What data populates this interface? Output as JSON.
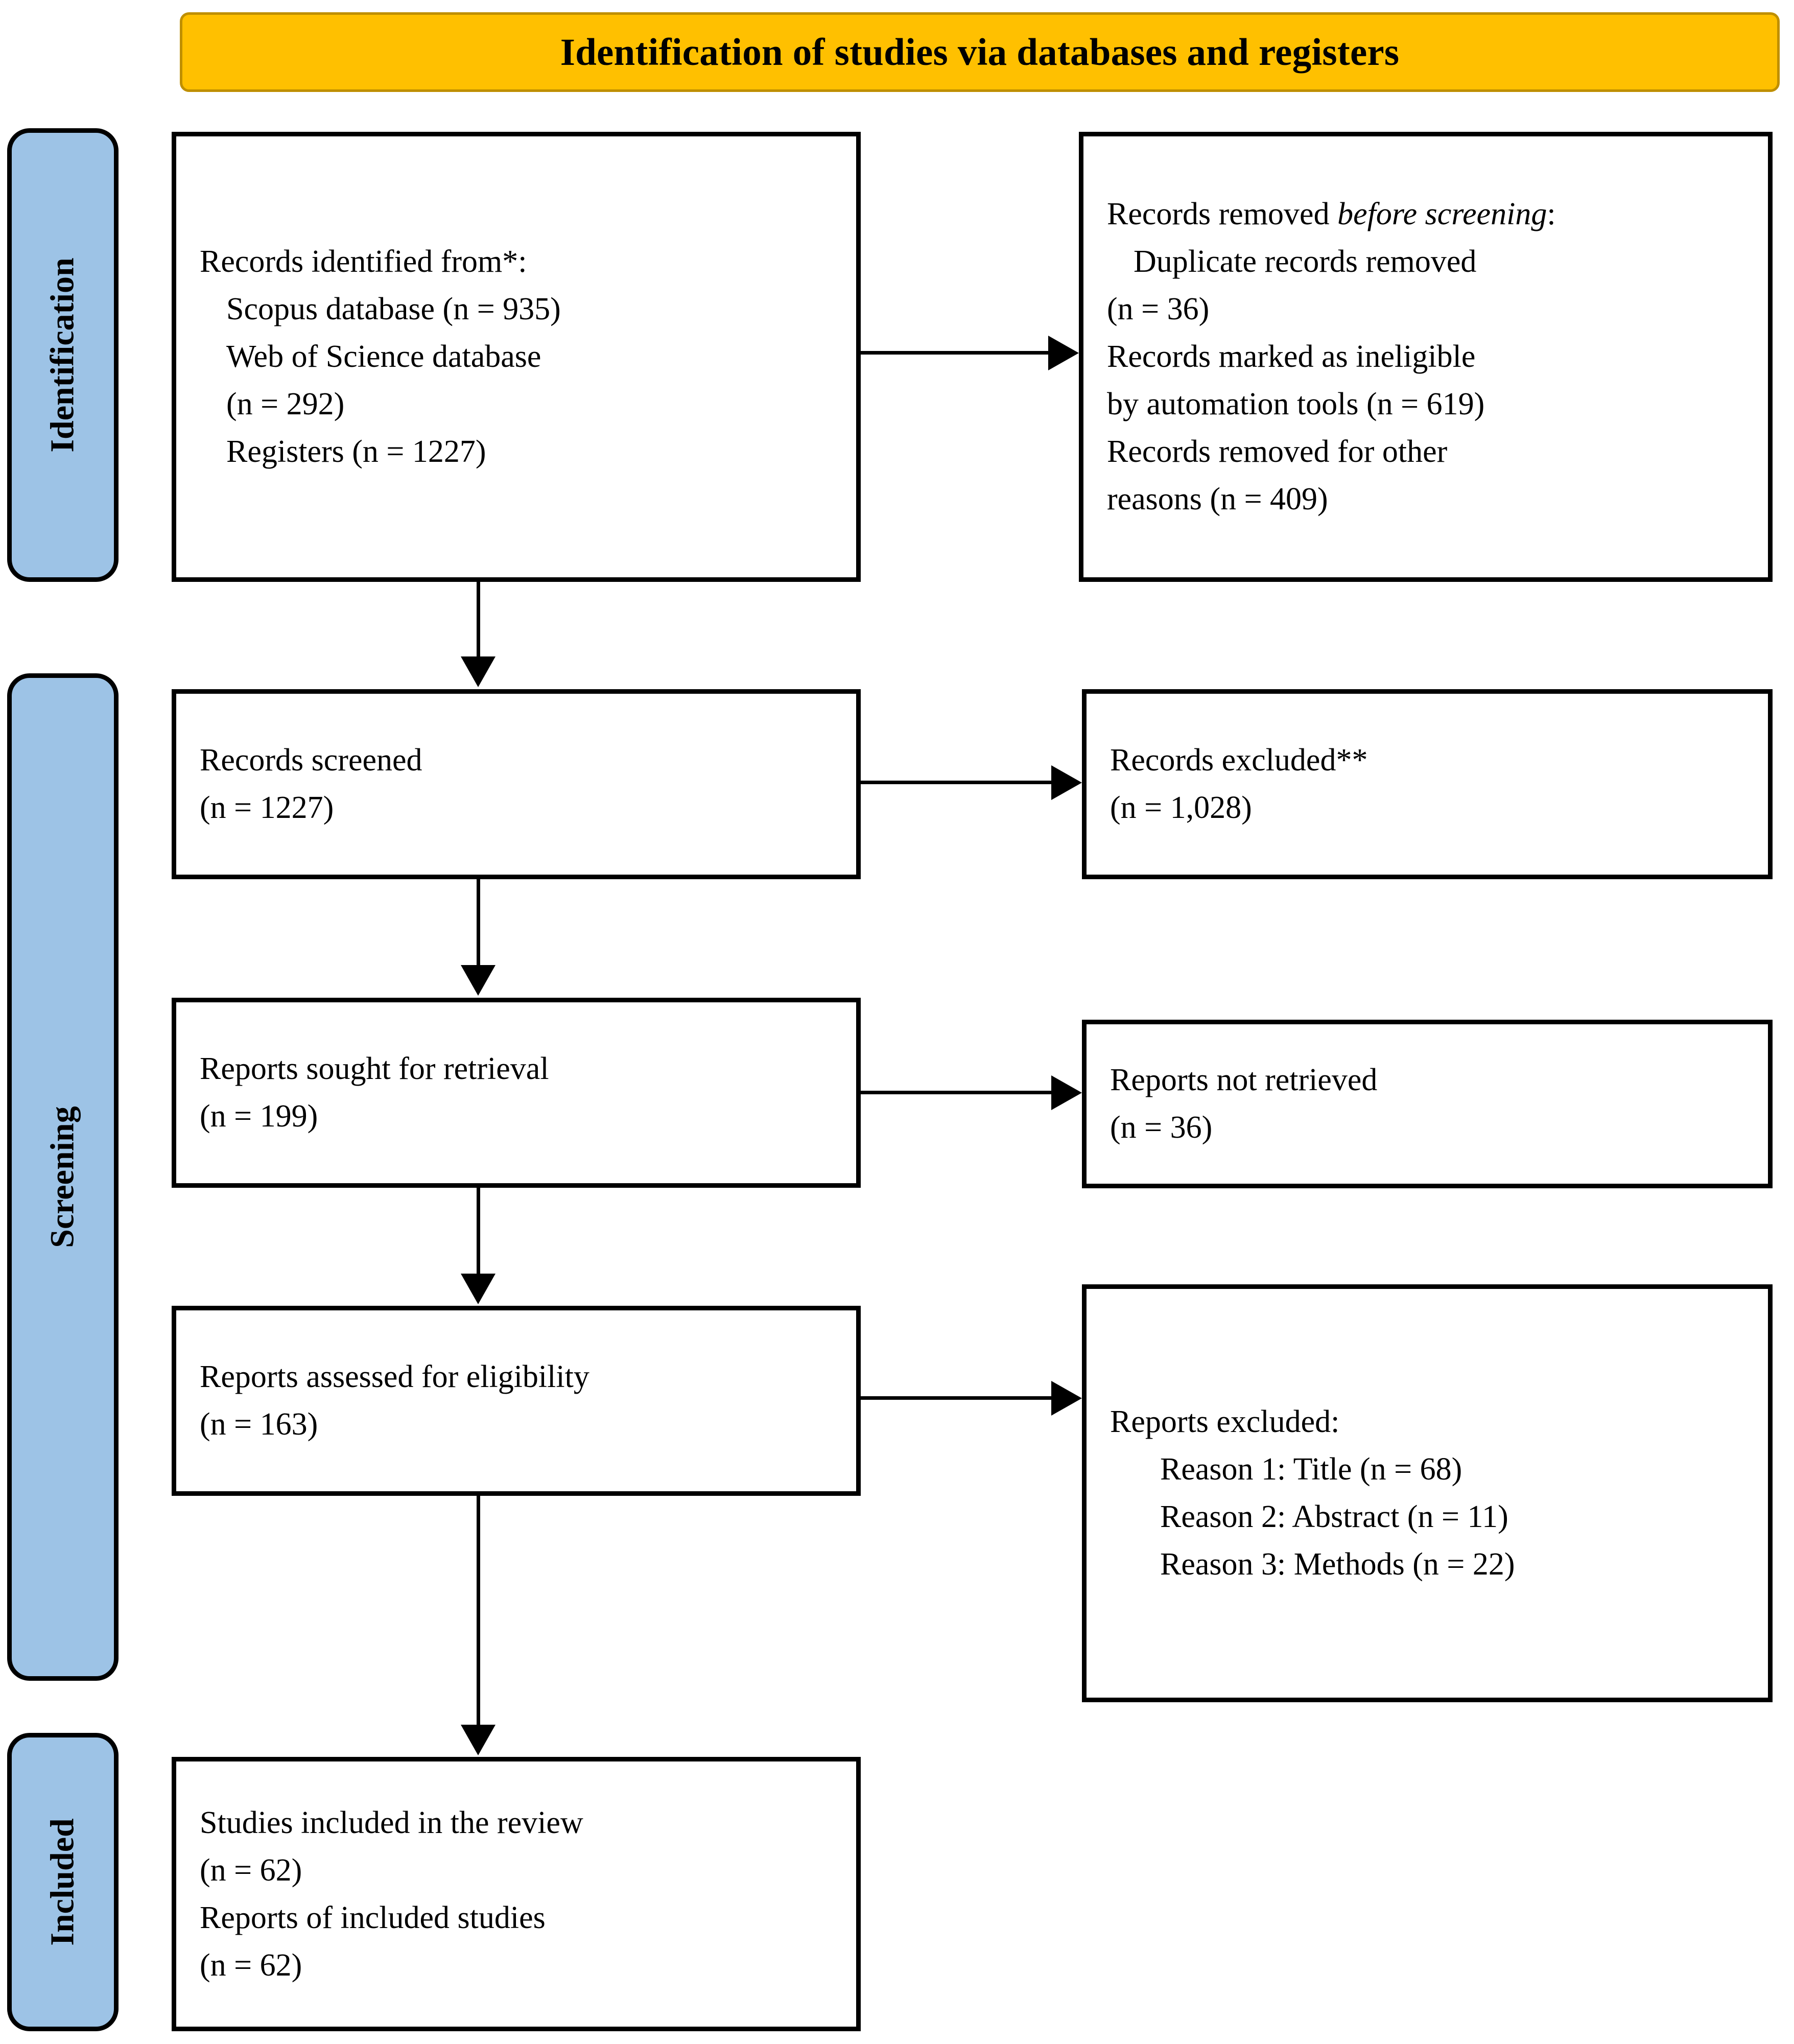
{
  "banner": {
    "title": "Identification of studies via databases and registers"
  },
  "stages": [
    {
      "key": "identification",
      "label": "Identification"
    },
    {
      "key": "screening",
      "label": "Screening"
    },
    {
      "key": "included",
      "label": "Included"
    }
  ],
  "boxes": {
    "identified": {
      "heading": "Records identified from*:",
      "line1": "Scopus database (n = 935)",
      "line2": "Web of Science database",
      "line3": "(n = 292)",
      "line4": "Registers (n = 1227)"
    },
    "removed": {
      "heading_pre": "Records removed ",
      "heading_italic": "before screening",
      "heading_post": ":",
      "line1": "Duplicate records removed",
      "line2": "(n = 36)",
      "line3": "Records marked as ineligible",
      "line4": "by automation tools (n = 619)",
      "line5": "Records removed for other",
      "line6": "reasons (n = 409)"
    },
    "screened": {
      "line1": "Records screened",
      "line2": "(n = 1227)"
    },
    "excluded_records": {
      "line1": "Records excluded**",
      "line2": "(n = 1,028)"
    },
    "sought": {
      "line1": "Reports sought for retrieval",
      "line2": "(n = 199)"
    },
    "not_retrieved": {
      "line1": "Reports not retrieved",
      "line2": "(n = 36)"
    },
    "assessed": {
      "line1": "Reports assessed for eligibility",
      "line2": "(n = 163)"
    },
    "reports_excluded": {
      "heading": "Reports excluded:",
      "reason1": "Reason 1: Title (n = 68)",
      "reason2": "Reason 2: Abstract (n = 11)",
      "reason3": "Reason 3: Methods (n = 22)"
    },
    "included": {
      "line1": "Studies included in the review",
      "line2": "(n = 62)",
      "line3": "Reports of included studies",
      "line4": "(n = 62)"
    }
  },
  "colors": {
    "banner_fill": "#FFC000",
    "banner_border": "#BF8F00",
    "stage_fill": "#9DC3E6",
    "line": "#000000",
    "box_fill": "#FFFFFF"
  }
}
